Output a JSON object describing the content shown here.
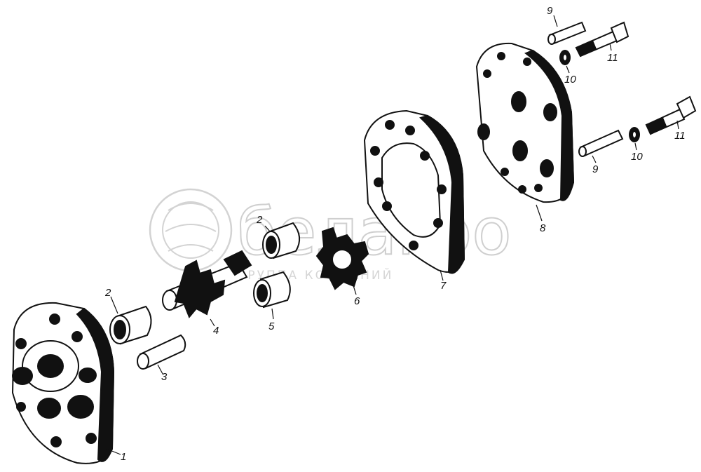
{
  "watermark": {
    "brand": "белагро",
    "subtitle": "ГРУППА КОМПАНИЙ"
  },
  "callouts": [
    {
      "id": "part-1-plate",
      "text": "1"
    },
    {
      "id": "part-2-bushing-a",
      "text": "2"
    },
    {
      "id": "part-2-bushing-b",
      "text": "2"
    },
    {
      "id": "part-3-axle",
      "text": "3"
    },
    {
      "id": "part-4-drive-gear",
      "text": "4"
    },
    {
      "id": "part-5-bushing",
      "text": "5"
    },
    {
      "id": "part-6-driven-gear",
      "text": "6"
    },
    {
      "id": "part-7-housing",
      "text": "7"
    },
    {
      "id": "part-8-cover",
      "text": "8"
    },
    {
      "id": "part-9-pin-upper",
      "text": "9"
    },
    {
      "id": "part-9-pin-lower",
      "text": "9"
    },
    {
      "id": "part-10-washer-upper",
      "text": "10"
    },
    {
      "id": "part-10-washer-lower",
      "text": "10"
    },
    {
      "id": "part-11-bolt-upper",
      "text": "11"
    },
    {
      "id": "part-11-bolt-lower",
      "text": "11"
    }
  ],
  "colors": {
    "ink": "#111111",
    "paper": "#ffffff",
    "watermark": "#cfcfcf"
  }
}
